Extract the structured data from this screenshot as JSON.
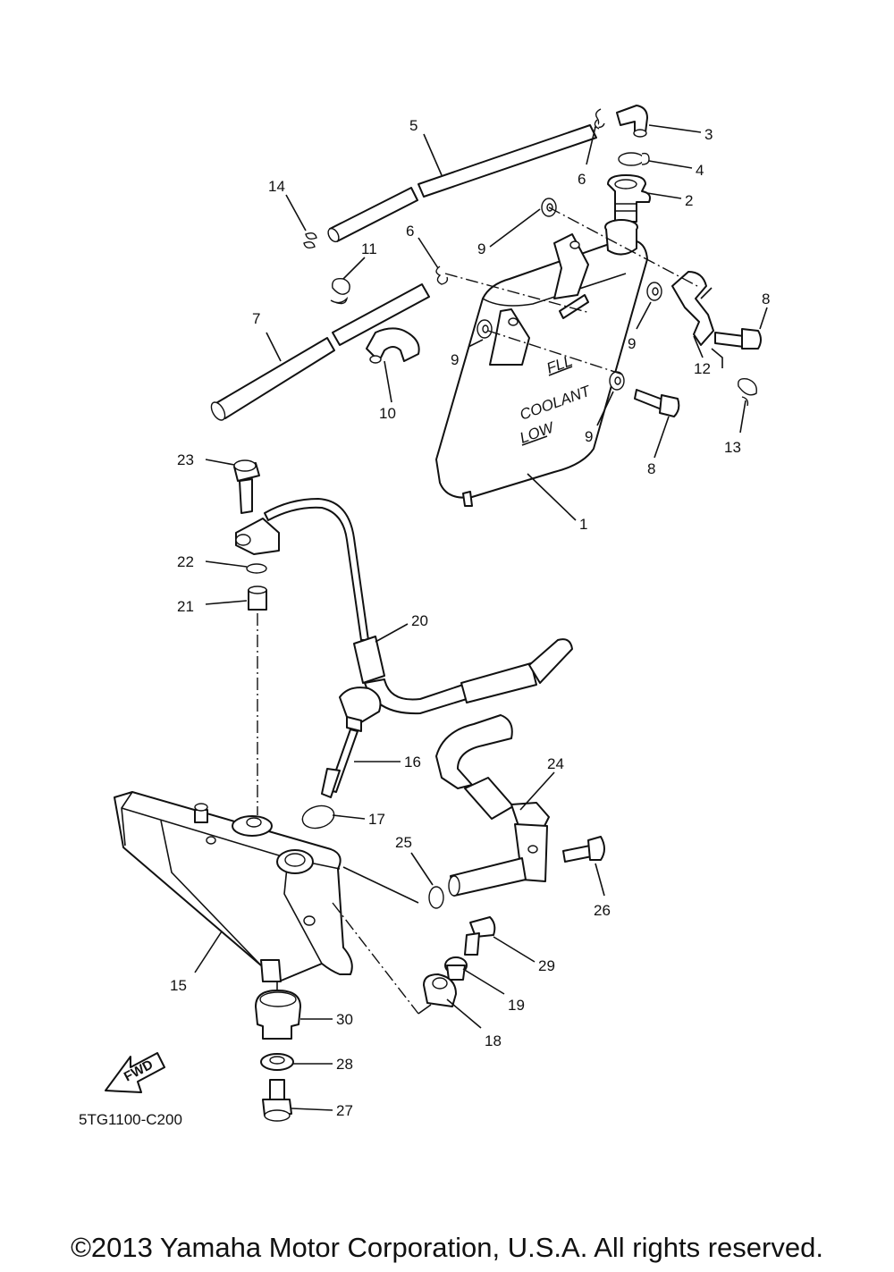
{
  "diagram": {
    "drawing_code": "5TG1100-C200",
    "fwd_label": "FWD",
    "tank_markings": {
      "full": "FLL",
      "coolant": "COOLANT",
      "low": "LOW"
    },
    "callouts": [
      "1",
      "2",
      "3",
      "4",
      "5",
      "6",
      "6",
      "7",
      "8",
      "8",
      "9",
      "9",
      "9",
      "9",
      "10",
      "11",
      "12",
      "13",
      "14",
      "15",
      "16",
      "17",
      "18",
      "19",
      "20",
      "21",
      "22",
      "23",
      "24",
      "25",
      "26",
      "27",
      "28",
      "29",
      "30"
    ]
  },
  "footer": {
    "copyright": "©2013 Yamaha Motor Corporation, U.S.A. All rights reserved."
  }
}
